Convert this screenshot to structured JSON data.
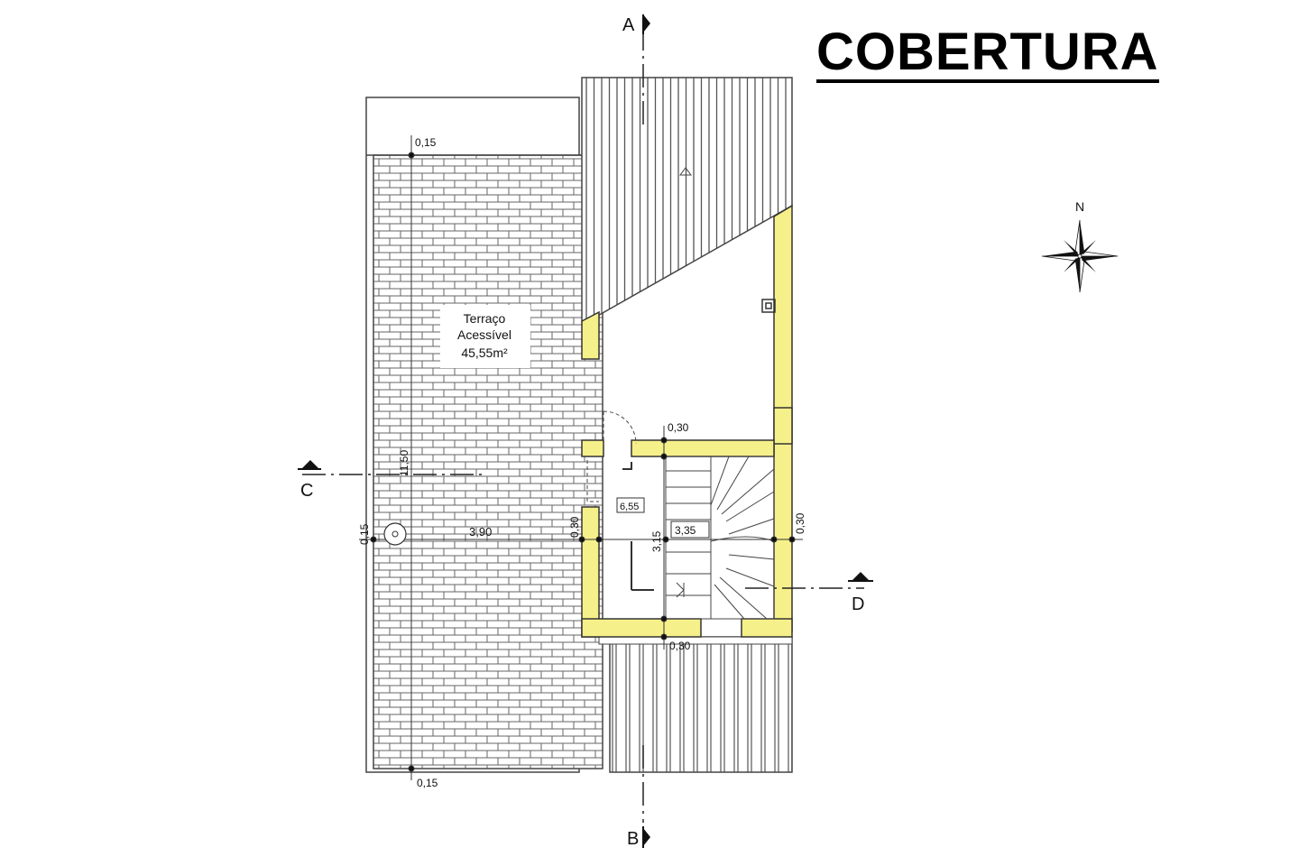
{
  "title": "COBERTURA",
  "north_label": "N",
  "terrace": {
    "line1": "Terraço",
    "line2": "Acessível",
    "area": "45,55m²"
  },
  "sections": {
    "a": "A",
    "b": "B",
    "c": "C",
    "d": "D"
  },
  "dimensions": {
    "top_015": "0,15",
    "bottom_015": "0,15",
    "left_015": "0,15",
    "vertical_1150": "11,50",
    "width_390": "3,90",
    "wall_030_left": "0,30",
    "wall_030_right": "0,30",
    "wall_030_top": "0,30",
    "wall_030_bottom": "0,30",
    "height_315": "3,15",
    "width_335": "3,35",
    "area_655": "6,55"
  },
  "colors": {
    "wall_fill": "#f6f08a",
    "line": "#333333"
  }
}
